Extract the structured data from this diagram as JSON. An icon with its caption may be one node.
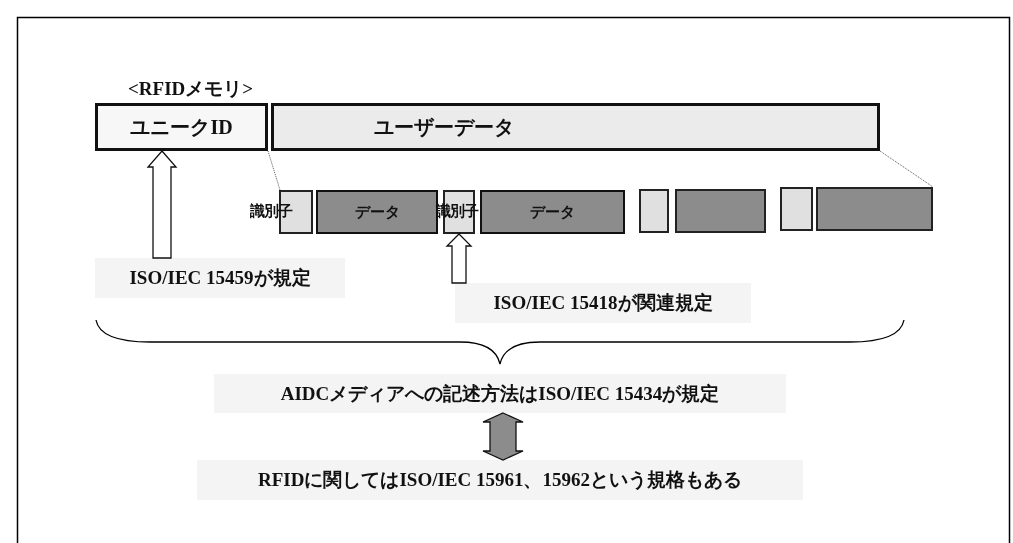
{
  "diagram": {
    "title": "<RFIDメモリ>",
    "nodes": [
      {
        "text": [
          "ユニークID"
        ]
      },
      {
        "text": [
          "ユーザーデータ"
        ]
      },
      {
        "text": [
          "識別子"
        ]
      },
      {
        "text": [
          "データ"
        ]
      },
      {
        "text": [
          "識別子"
        ]
      },
      {
        "text": [
          "データ"
        ]
      },
      {
        "text": [],
        "shape": "box"
      },
      {
        "text": [],
        "shape": "box"
      },
      {
        "text": [],
        "shape": "box"
      },
      {
        "text": [],
        "shape": "box"
      },
      {
        "text": [
          "ISO/IEC 15459が規定"
        ]
      },
      {
        "text": [
          "ISO/IEC 15418が関連規定"
        ]
      },
      {
        "text": [
          "AIDCメディアへの記述方法はISO/IEC 15434が規定"
        ]
      },
      {
        "text": [
          "RFIDに関してはISO/IEC 15961、15962という規格もある"
        ]
      }
    ],
    "edges": [
      {
        "from": 10,
        "to": 0,
        "arrow": "to"
      },
      {
        "from": 11,
        "to": 4,
        "arrow": "to"
      },
      {
        "from": 12,
        "to": 13,
        "arrow": "both"
      },
      {
        "from": 1,
        "to": 2,
        "arrow": "none",
        "style": "dashed",
        "color": "#555555"
      },
      {
        "from": 1,
        "to": 9,
        "arrow": "none",
        "style": "dashed",
        "color": "#555555"
      }
    ]
  }
}
